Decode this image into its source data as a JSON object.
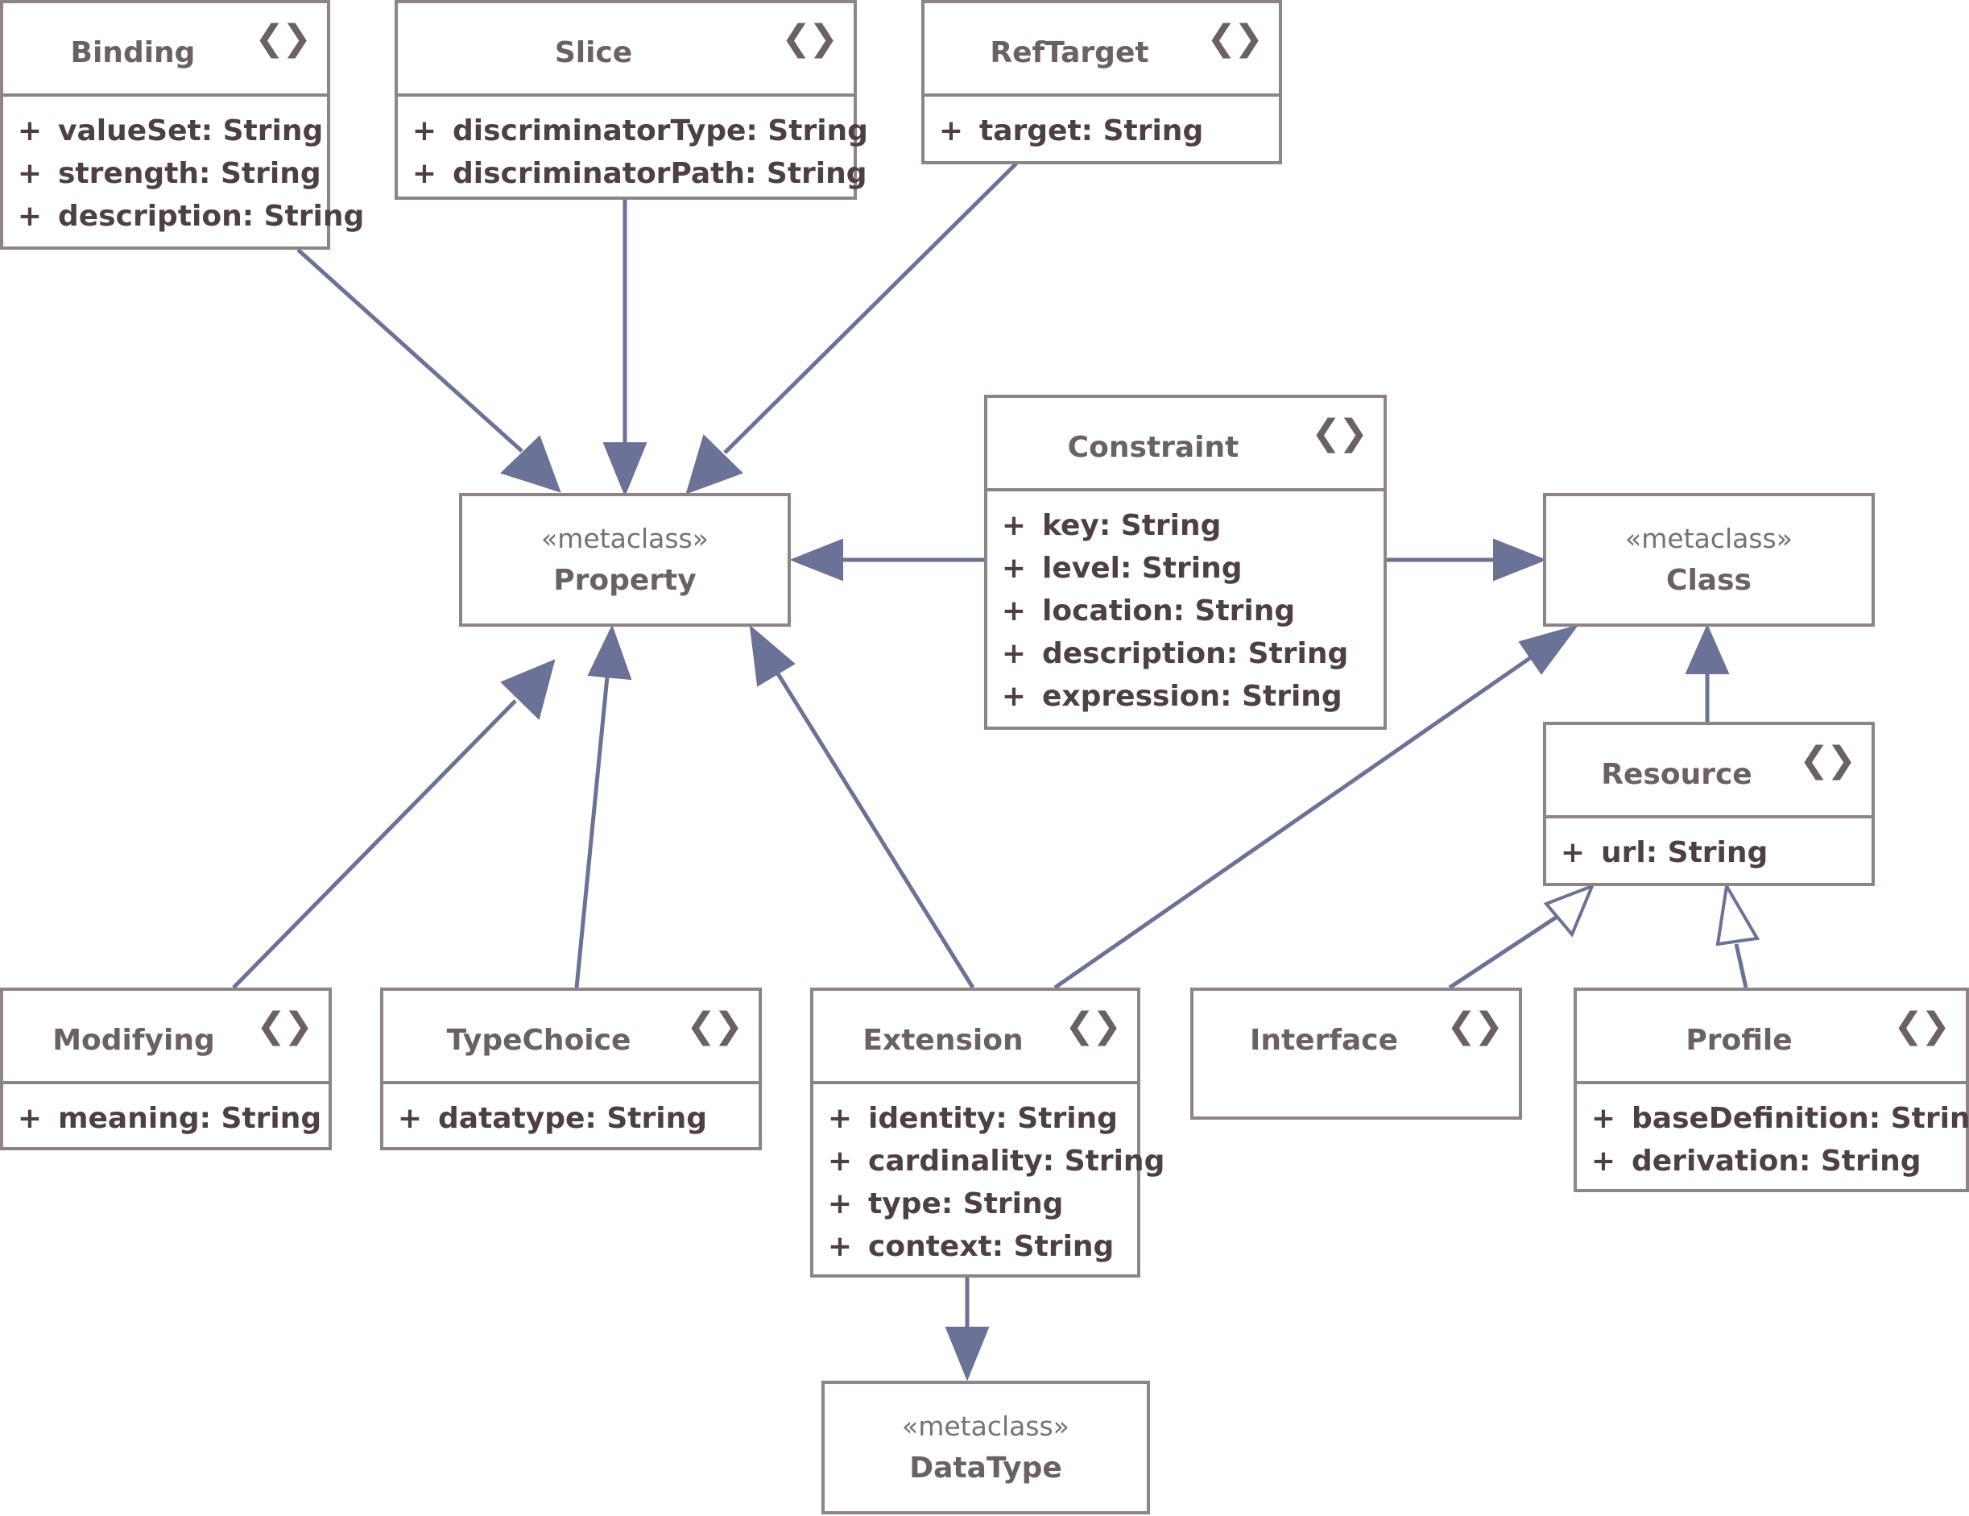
{
  "glyph": "❮❯",
  "visibility": "+",
  "classes": {
    "binding": {
      "name": "Binding",
      "attributes": [
        "valueSet: String",
        "strength: String",
        "description: String"
      ]
    },
    "slice": {
      "name": "Slice",
      "attributes": [
        "discriminatorType: String",
        "discriminatorPath: String"
      ]
    },
    "reftarget": {
      "name": "RefTarget",
      "attributes": [
        "target: String"
      ]
    },
    "constraint": {
      "name": "Constraint",
      "attributes": [
        "key: String",
        "level: String",
        "location: String",
        "description: String",
        "expression: String"
      ]
    },
    "resource": {
      "name": "Resource",
      "attributes": [
        "url: String"
      ]
    },
    "modifying": {
      "name": "Modifying",
      "attributes": [
        "meaning: String"
      ]
    },
    "typechoice": {
      "name": "TypeChoice",
      "attributes": [
        "datatype: String"
      ]
    },
    "extension": {
      "name": "Extension",
      "attributes": [
        "identity: String",
        "cardinality: String",
        "type: String",
        "context: String"
      ]
    },
    "interface": {
      "name": "Interface",
      "attributes": []
    },
    "profile": {
      "name": "Profile",
      "attributes": [
        "baseDefinition: String",
        "derivation: String"
      ]
    }
  },
  "metaclasses": {
    "property": {
      "stereotype": "«metaclass»",
      "name": "Property"
    },
    "class": {
      "stereotype": "«metaclass»",
      "name": "Class"
    },
    "datatype": {
      "stereotype": "«metaclass»",
      "name": "DataType"
    }
  }
}
